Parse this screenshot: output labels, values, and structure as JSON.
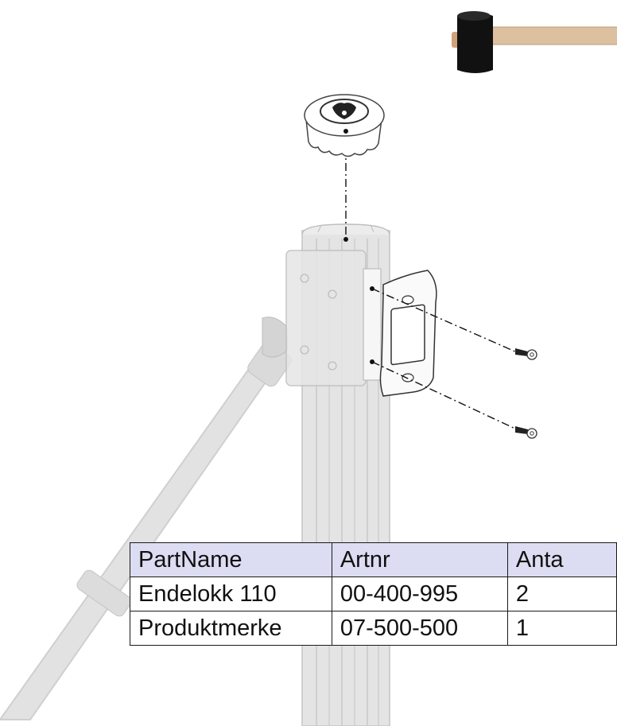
{
  "table": {
    "headers": [
      "PartName",
      "Artnr",
      "Anta"
    ],
    "rows": [
      [
        "Endelokk 110",
        "00-400-995",
        "2"
      ],
      [
        "Produktmerke",
        "07-500-500",
        "1"
      ]
    ]
  },
  "colors": {
    "header_fill": "#dcdcf2",
    "border": "#1a1a1a",
    "pole": "#d8d8d8",
    "handle": "#dcc0a0",
    "mallet_head": "#111111"
  },
  "icons": [
    "mallet-icon",
    "end-cap",
    "pole",
    "label-plate",
    "screw"
  ]
}
